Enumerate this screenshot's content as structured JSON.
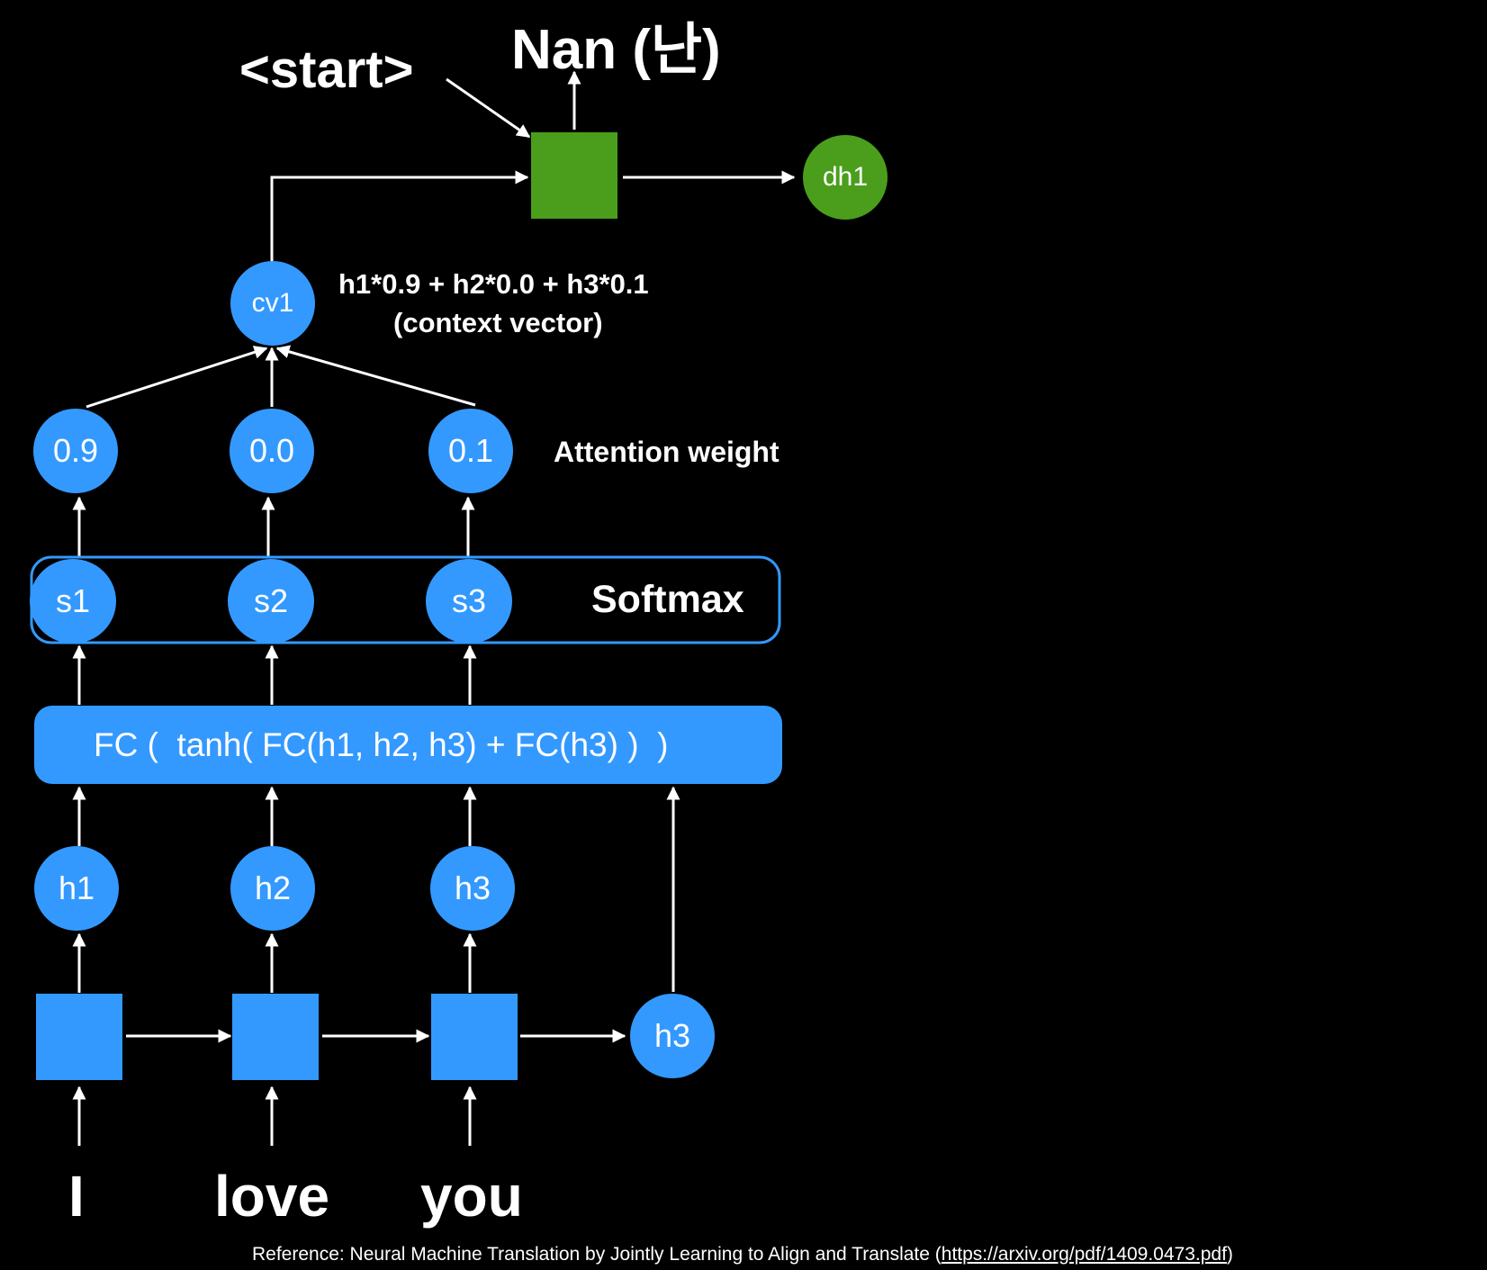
{
  "output_word": "Nan (난)",
  "start_token": "<start>",
  "decoder_hidden": "dh1",
  "context_node": "cv1",
  "context_formula": "h1*0.9 + h2*0.0 + h3*0.1",
  "context_caption": "(context vector)",
  "attention_caption": "Attention weight",
  "weights": [
    "0.9",
    "0.0",
    "0.1"
  ],
  "scores": [
    "s1",
    "s2",
    "s3"
  ],
  "softmax_label": "Softmax",
  "fc_expression": "FC (  tanh( FC(h1, h2, h3) + FC(h3) )  )",
  "hidden": [
    "h1",
    "h2",
    "h3"
  ],
  "encoder_final": "h3",
  "input_words": [
    "I",
    "love",
    "you"
  ],
  "reference_text": "Reference: Neural Machine Translation by Jointly Learning to Align and Translate (",
  "reference_link": "https://arxiv.org/pdf/1409.0473.pdf",
  "reference_close": ")",
  "colors": {
    "blue": "#3399ff",
    "green": "#4a9e1c",
    "background": "#000000",
    "arrow": "#ffffff"
  }
}
